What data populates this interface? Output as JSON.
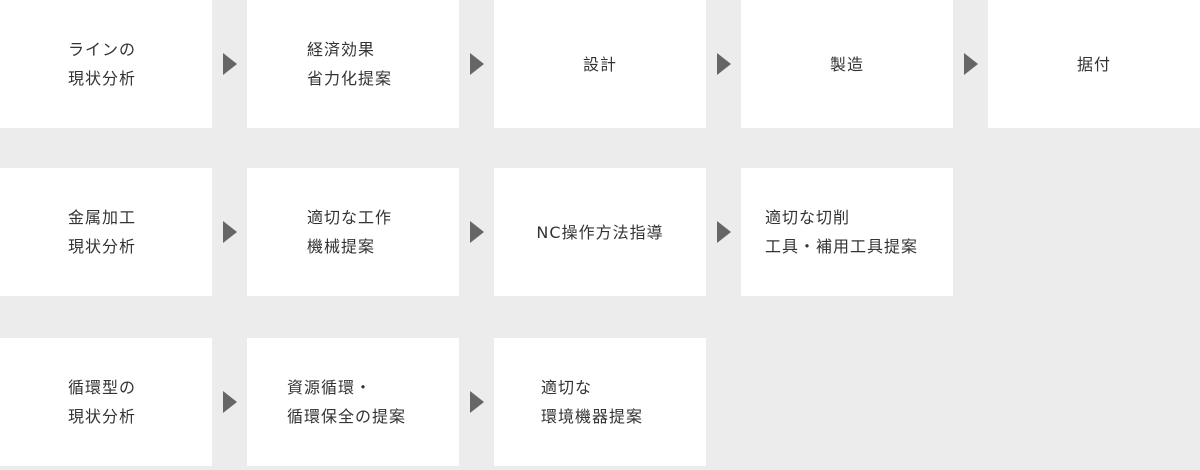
{
  "rows": [
    {
      "steps": [
        {
          "lines": [
            "ラインの",
            "現状分析"
          ]
        },
        {
          "lines": [
            "経済効果",
            "省力化提案"
          ]
        },
        {
          "lines": [
            "設計"
          ]
        },
        {
          "lines": [
            "製造"
          ]
        },
        {
          "lines": [
            "据付"
          ]
        }
      ]
    },
    {
      "steps": [
        {
          "lines": [
            "金属加工",
            "現状分析"
          ]
        },
        {
          "lines": [
            "適切な工作",
            "機械提案"
          ]
        },
        {
          "lines": [
            "NC操作方法指導"
          ]
        },
        {
          "lines": [
            "適切な切削",
            "工具・補用工具提案"
          ]
        }
      ]
    },
    {
      "steps": [
        {
          "lines": [
            "循環型の",
            "現状分析"
          ]
        },
        {
          "lines": [
            "資源循環・",
            "循環保全の提案"
          ]
        },
        {
          "lines": [
            "適切な",
            "環境機器提案"
          ]
        }
      ]
    }
  ],
  "colors": {
    "background": "#ececec",
    "box": "#ffffff",
    "text": "#333333",
    "arrow": "#666666"
  }
}
